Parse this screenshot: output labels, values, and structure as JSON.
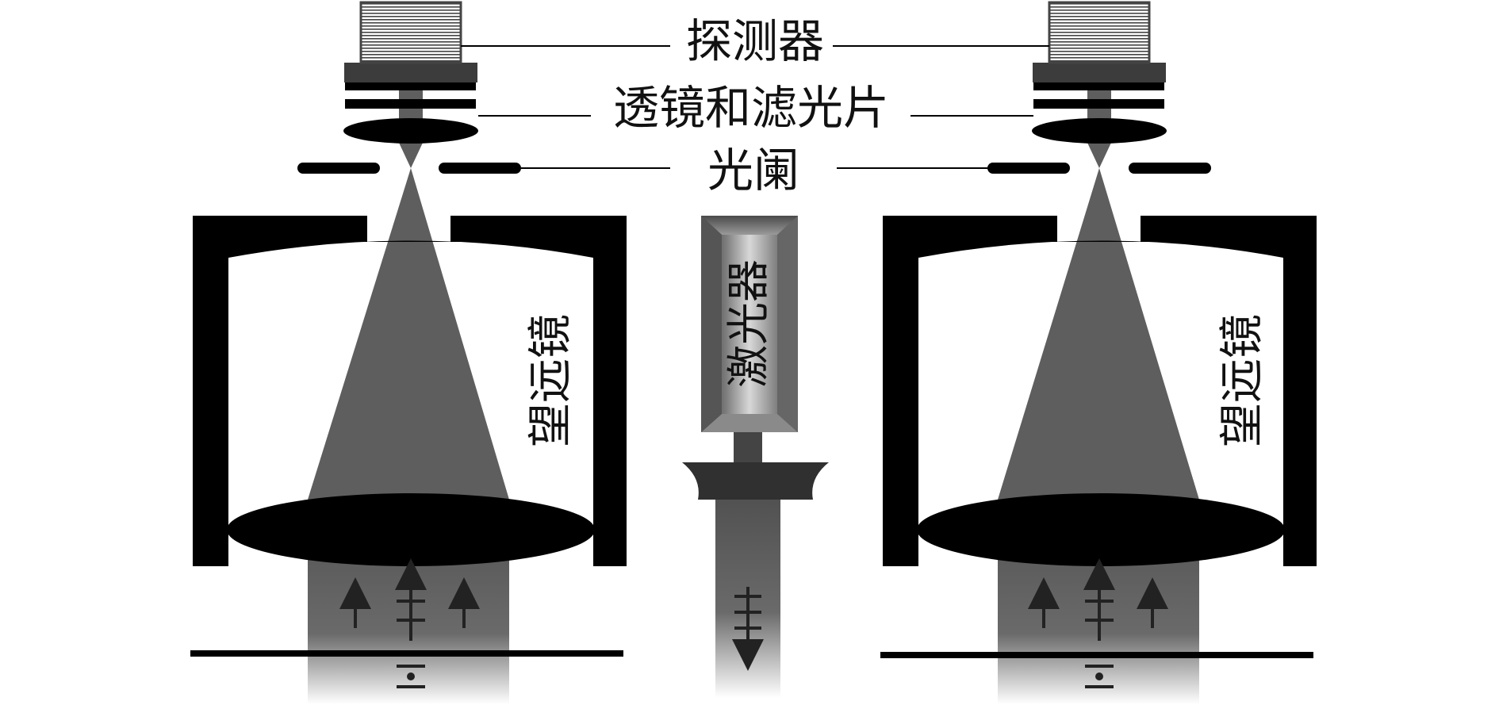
{
  "labels": {
    "detector": "探测器",
    "lens_filter": "透镜和滤光片",
    "aperture": "光阑",
    "laser": "激光器",
    "telescope": "望远镜"
  },
  "colors": {
    "structure": "#000000",
    "beam": "#5e5e5e",
    "arrow": "#222222",
    "text": "#111111",
    "background": "#ffffff"
  },
  "icons": {
    "detector": "striped-box-icon",
    "field_arrow": "up-arrow-icon",
    "polarization_arrow": "double-bar-arrow-icon",
    "scatter_particle": "dot-with-bars-icon"
  }
}
